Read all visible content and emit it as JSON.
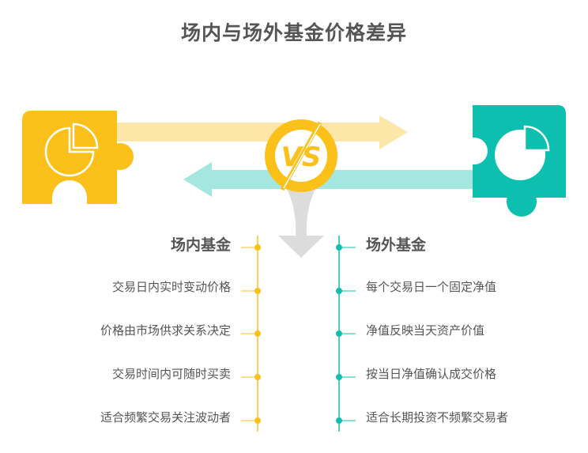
{
  "title": "场内与场外基金价格差异",
  "vs_label": "VS",
  "colors": {
    "yellow": "#FBC11A",
    "teal": "#0DBFAE",
    "yellow_light": "#FDE7A8",
    "teal_light": "#A3E7E0",
    "gray": "#DCDCDC"
  },
  "left": {
    "heading": "场内基金",
    "items": [
      "交易日内实时变动价格",
      "价格由市场供求关系决定",
      "交易时间内可随时买卖",
      "适合频繁交易关注波动者"
    ]
  },
  "right": {
    "heading": "场外基金",
    "items": [
      "每个交易日一个固定净值",
      "净值反映当天资产价值",
      "按当日净值确认成交价格",
      "适合长期投资不频繁交易者"
    ]
  }
}
